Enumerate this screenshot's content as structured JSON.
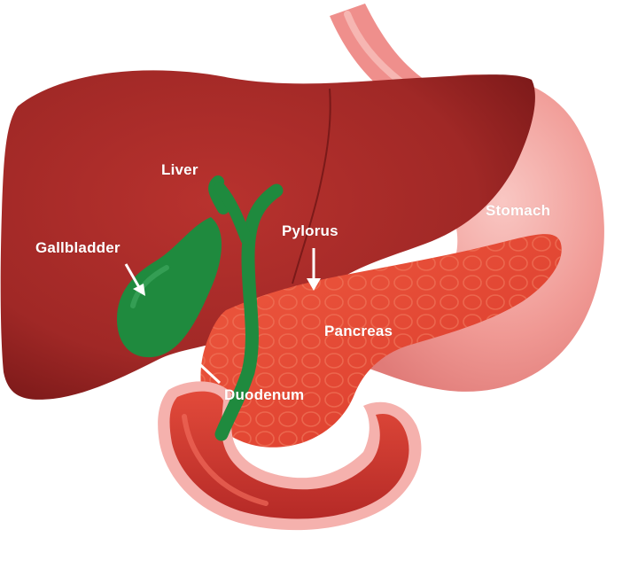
{
  "labels": {
    "liver": "Liver",
    "gallbladder": "Gallbladder",
    "pylorus": "Pylorus",
    "stomach": "Stomach",
    "pancreas": "Pancreas",
    "duodenum": "Duodenum"
  },
  "colors": {
    "liver": "#a82a28",
    "liver_dark": "#8e1f1f",
    "stomach": "#ef8f8c",
    "stomach_light": "#f6b6b2",
    "pancreas": "#e8442f",
    "duodenum": "#d63a30",
    "gallbladder": "#1f8a3e",
    "label_text": "#ffffff"
  }
}
